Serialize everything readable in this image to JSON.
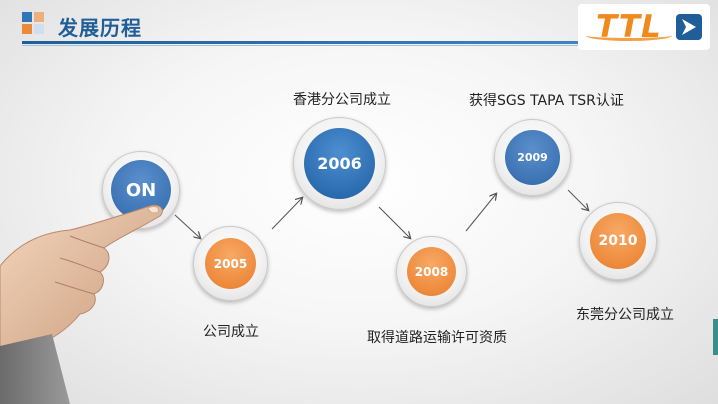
{
  "header": {
    "title": "发展历程"
  },
  "logo": {
    "text": "TTL"
  },
  "colors": {
    "blue": "#2b6db0",
    "orange": "#ee8a3c",
    "title_blue": "#1f5e98"
  },
  "timeline": {
    "start": {
      "label": "ON"
    },
    "items": [
      {
        "year": "2005",
        "caption": "公司成立"
      },
      {
        "year": "2006",
        "caption": "香港分公司成立"
      },
      {
        "year": "2008",
        "caption": "取得道路运输许可资质"
      },
      {
        "year": "2009",
        "caption": "获得SGS TAPA TSR认证"
      },
      {
        "year": "2010",
        "caption": "东莞分公司成立"
      }
    ]
  }
}
